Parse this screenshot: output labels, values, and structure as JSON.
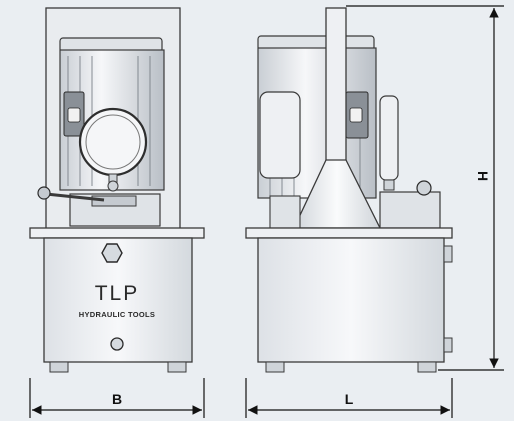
{
  "product": {
    "brand": "TLP",
    "tagline": "HYDRAULIC TOOLS"
  },
  "dimensions": {
    "width_label": "B",
    "length_label": "L",
    "height_label": "H"
  },
  "colors": {
    "background": "#eaeef2",
    "body_light": "#f4f6f8",
    "body_mid": "#d3d8dd",
    "line": "#3a3a3a"
  }
}
